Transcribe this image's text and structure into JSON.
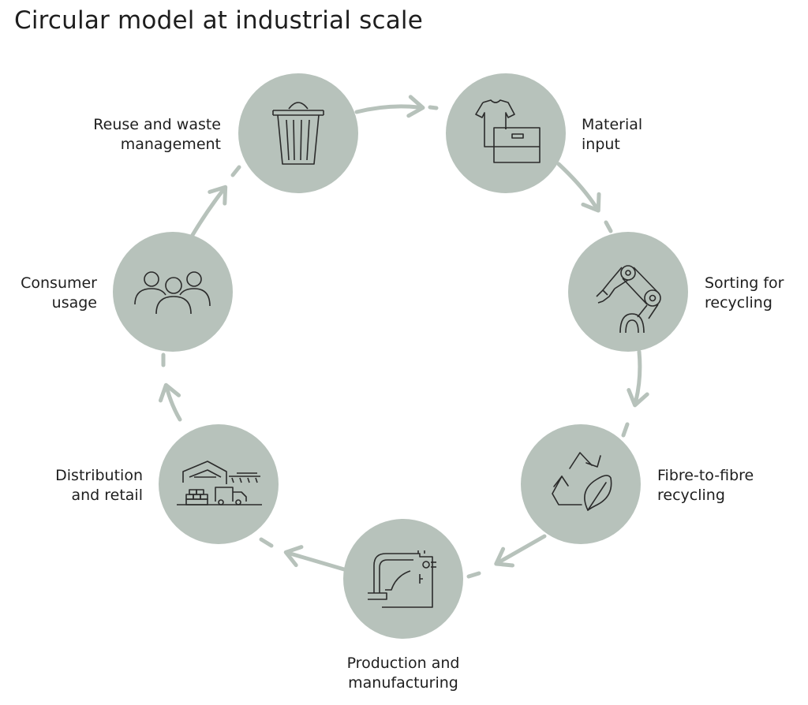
{
  "title": "Circular model at industrial scale",
  "colors": {
    "node": "#b7c2bb",
    "arrow": "#b7c2bb",
    "icon": "#2b2b2b",
    "text": "#1e1e1e"
  },
  "steps": [
    {
      "icon": "trash-bin-icon",
      "line1": "Reuse and waste",
      "line2": "management"
    },
    {
      "icon": "tshirt-box-icon",
      "line1": "Material",
      "line2": "input"
    },
    {
      "icon": "robot-arm-icon",
      "line1": "Sorting for",
      "line2": "recycling"
    },
    {
      "icon": "recycle-leaf-icon",
      "line1": "Fibre-to-fibre",
      "line2": "recycling"
    },
    {
      "icon": "sewing-machine-icon",
      "line1": "Production and",
      "line2": "manufacturing"
    },
    {
      "icon": "warehouse-truck-icon",
      "line1": "Distribution",
      "line2": "and retail"
    },
    {
      "icon": "people-group-icon",
      "line1": "Consumer",
      "line2": "usage"
    }
  ]
}
